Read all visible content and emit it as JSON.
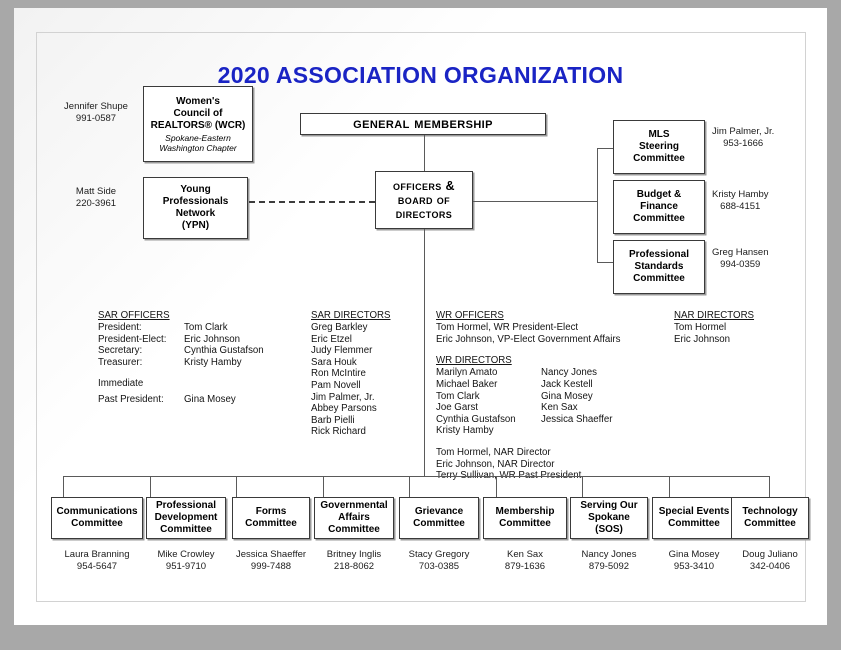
{
  "title": "2020 ASSOCIATION ORGANIZATION",
  "title_color": "#1a24c4",
  "top_boxes": {
    "general_membership": "General Membership",
    "officers_board": "Officers & Board of Directors",
    "wcr": {
      "line1": "Women's",
      "line2": "Council of",
      "line3": "REALTORS® (WCR)",
      "sub1": "Spokane-Eastern",
      "sub2": "Washington Chapter"
    },
    "ypn": {
      "line1": "Young",
      "line2": "Professionals",
      "line3": "Network",
      "line4": "(YPN)"
    }
  },
  "left_contacts": [
    {
      "name": "Jennifer Shupe",
      "phone": "991-0587"
    },
    {
      "name": "Matt Side",
      "phone": "220-3961"
    }
  ],
  "right_committees": [
    {
      "line1": "MLS",
      "line2": "Steering",
      "line3": "Committee",
      "contact_name": "Jim Palmer, Jr.",
      "contact_phone": "953-1666"
    },
    {
      "line1": "Budget &",
      "line2": "Finance",
      "line3": "Committee",
      "contact_name": "Kristy Hamby",
      "contact_phone": "688-4151"
    },
    {
      "line1": "Professional",
      "line2": "Standards",
      "line3": "Committee",
      "contact_name": "Greg Hansen",
      "contact_phone": "994-0359"
    }
  ],
  "sar_officers": {
    "heading": "SAR OFFICERS",
    "rows": [
      {
        "role": "President:",
        "name": "Tom Clark"
      },
      {
        "role": "President-Elect:",
        "name": "Eric Johnson"
      },
      {
        "role": "Secretary:",
        "name": "Cynthia Gustafson"
      },
      {
        "role": "Treasurer:",
        "name": "Kristy Hamby"
      }
    ],
    "immediate_label": "Immediate",
    "past_president_label": "Past President:",
    "past_president_name": "Gina Mosey"
  },
  "sar_directors": {
    "heading": "SAR DIRECTORS",
    "names": [
      "Greg Barkley",
      "Eric Etzel",
      "Judy Flemmer",
      "Sara Houk",
      "Ron McIntire",
      "Pam Novell",
      "Jim Palmer, Jr.",
      "Abbey Parsons",
      "Barb Pielli",
      "Rick Richard"
    ]
  },
  "wr": {
    "officers_heading": "WR OFFICERS",
    "officers": [
      "Tom Hormel, WR President-Elect",
      "Eric Johnson, VP-Elect Government Affairs"
    ],
    "directors_heading": "WR DIRECTORS",
    "directors_col1": [
      "Marilyn Amato",
      "Michael Baker",
      "Tom Clark",
      "Joe Garst",
      "Cynthia Gustafson",
      "Kristy Hamby"
    ],
    "directors_col2": [
      "Nancy Jones",
      "Jack Kestell",
      "Gina Mosey",
      "Ken Sax",
      "Jessica Shaeffer"
    ],
    "footer": [
      "Tom Hormel, NAR Director",
      "Eric Johnson, NAR Director",
      "Terry Sullivan, WR Past President"
    ]
  },
  "nar_directors": {
    "heading": "NAR DIRECTORS",
    "names": [
      "Tom Hormel",
      "Eric Johnson"
    ]
  },
  "bottom_committees": [
    {
      "line1": "Communications",
      "line2": "Committee",
      "line3": "",
      "contact_name": "Laura Branning",
      "contact_phone": "954-5647"
    },
    {
      "line1": "Professional",
      "line2": "Development",
      "line3": "Committee",
      "contact_name": "Mike Crowley",
      "contact_phone": "951-9710"
    },
    {
      "line1": "Forms",
      "line2": "Committee",
      "line3": "",
      "contact_name": "Jessica Shaeffer",
      "contact_phone": "999-7488"
    },
    {
      "line1": "Governmental",
      "line2": "Affairs",
      "line3": "Committee",
      "contact_name": "Britney Inglis",
      "contact_phone": "218-8062"
    },
    {
      "line1": "Grievance",
      "line2": "Committee",
      "line3": "",
      "contact_name": "Stacy Gregory",
      "contact_phone": "703-0385"
    },
    {
      "line1": "Membership",
      "line2": "Committee",
      "line3": "",
      "contact_name": "Ken Sax",
      "contact_phone": "879-1636"
    },
    {
      "line1": "Serving Our",
      "line2": "Spokane",
      "line3": "(SOS)",
      "contact_name": "Nancy Jones",
      "contact_phone": "879-5092"
    },
    {
      "line1": "Special Events",
      "line2": "Committee",
      "line3": "",
      "contact_name": "Gina Mosey",
      "contact_phone": "953-3410"
    },
    {
      "line1": "Technology",
      "line2": "Committee",
      "line3": "",
      "contact_name": "Doug Juliano",
      "contact_phone": "342-0406"
    }
  ]
}
